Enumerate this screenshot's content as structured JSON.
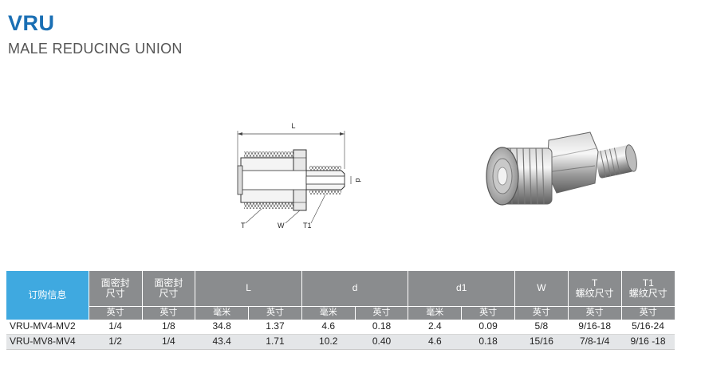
{
  "header": {
    "title": "VRU",
    "subtitle": "MALE REDUCING UNION"
  },
  "drawing": {
    "dim_L": "L",
    "dim_d": "d",
    "label_T": "T",
    "label_W": "W",
    "label_T1": "T1"
  },
  "table": {
    "order_info": "订购信息",
    "col_face_seal_1": [
      "面密封",
      "尺寸"
    ],
    "col_face_seal_2": [
      "面密封",
      "尺寸"
    ],
    "col_L": "L",
    "col_d": "d",
    "col_d1": "d1",
    "col_W": "W",
    "col_T": [
      "T",
      "螺纹尺寸"
    ],
    "col_T1": [
      "T1",
      "螺纹尺寸"
    ],
    "units": [
      "英寸",
      "英寸",
      "毫米",
      "英寸",
      "毫米",
      "英寸",
      "毫米",
      "英寸",
      "英寸",
      "英寸",
      "英寸"
    ],
    "rows": [
      [
        "VRU-MV4-MV2",
        "1/4",
        "1/8",
        "34.8",
        "1.37",
        "4.6",
        "0.18",
        "2.4",
        "0.09",
        "5/8",
        "9/16-18",
        "5/16-24"
      ],
      [
        "VRU-MV8-MV4",
        "1/2",
        "1/4",
        "43.4",
        "1.71",
        "10.2",
        "0.40",
        "4.6",
        "0.18",
        "15/16",
        "7/8-1/4",
        "9/16 -18"
      ]
    ]
  }
}
